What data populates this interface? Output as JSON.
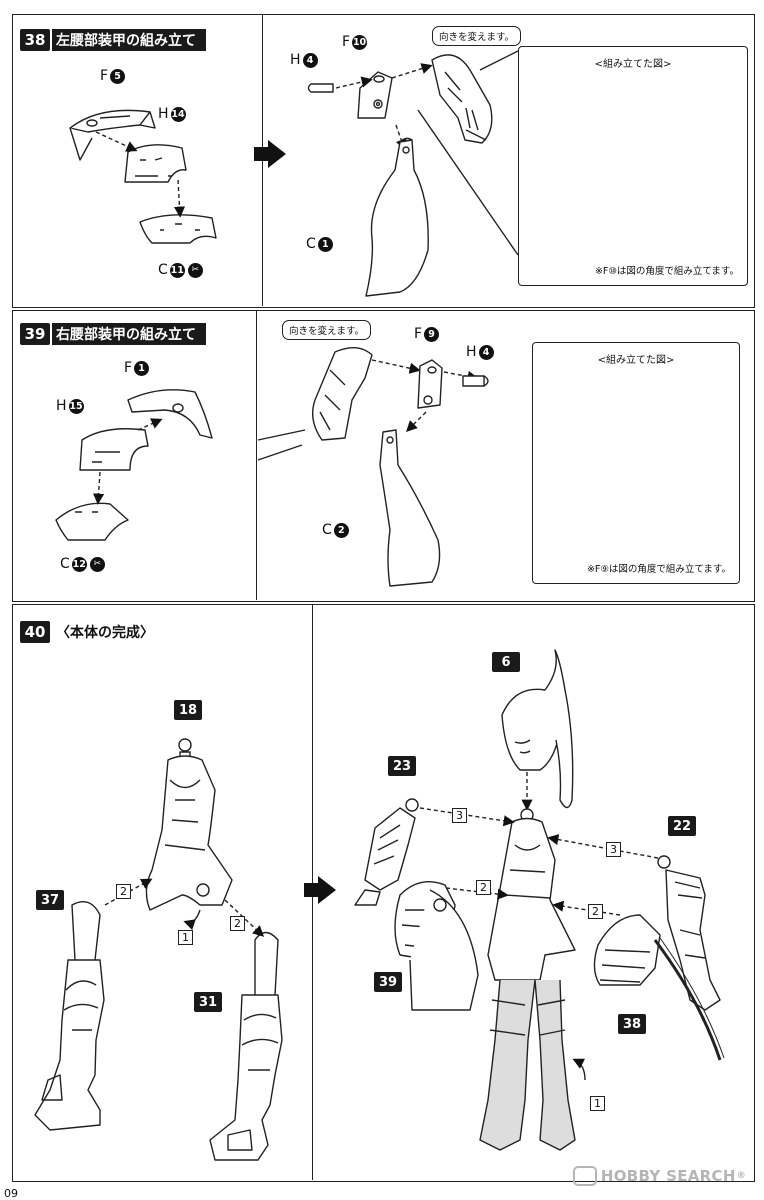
{
  "page_number": "09",
  "watermark": {
    "brand": "HOBBY SEARCH",
    "symbol": "®"
  },
  "steps": [
    {
      "number": "38",
      "title": "左腰部装甲の組み立て",
      "parts_left": [
        {
          "letter": "F",
          "num": "5"
        },
        {
          "letter": "H",
          "num": "14"
        },
        {
          "letter": "C",
          "num": "11",
          "icon": "cut-icon"
        }
      ],
      "parts_right": [
        {
          "letter": "H",
          "num": "4"
        },
        {
          "letter": "F",
          "num": "10"
        },
        {
          "letter": "C",
          "num": "1"
        }
      ],
      "callout": "向きを変えます。",
      "inset_title": "<組み立てた図>",
      "inset_note": "※F⑩は図の角度で組み立てます。"
    },
    {
      "number": "39",
      "title": "右腰部装甲の組み立て",
      "parts_left": [
        {
          "letter": "F",
          "num": "1"
        },
        {
          "letter": "H",
          "num": "15"
        },
        {
          "letter": "C",
          "num": "12",
          "icon": "cut-icon"
        }
      ],
      "parts_right": [
        {
          "letter": "F",
          "num": "9"
        },
        {
          "letter": "H",
          "num": "4"
        },
        {
          "letter": "C",
          "num": "2"
        }
      ],
      "callout": "向きを変えます。",
      "inset_title": "<組み立てた図>",
      "inset_note": "※F⑨は図の角度で組み立てます。"
    },
    {
      "number": "40",
      "title": "〈本体の完成〉",
      "tags_left": [
        "18",
        "37",
        "31"
      ],
      "tags_right": [
        "6",
        "23",
        "22",
        "39",
        "38"
      ],
      "order_left": [
        "2",
        "2",
        "1"
      ],
      "order_right": [
        "3",
        "3",
        "2",
        "2",
        "1"
      ]
    }
  ]
}
